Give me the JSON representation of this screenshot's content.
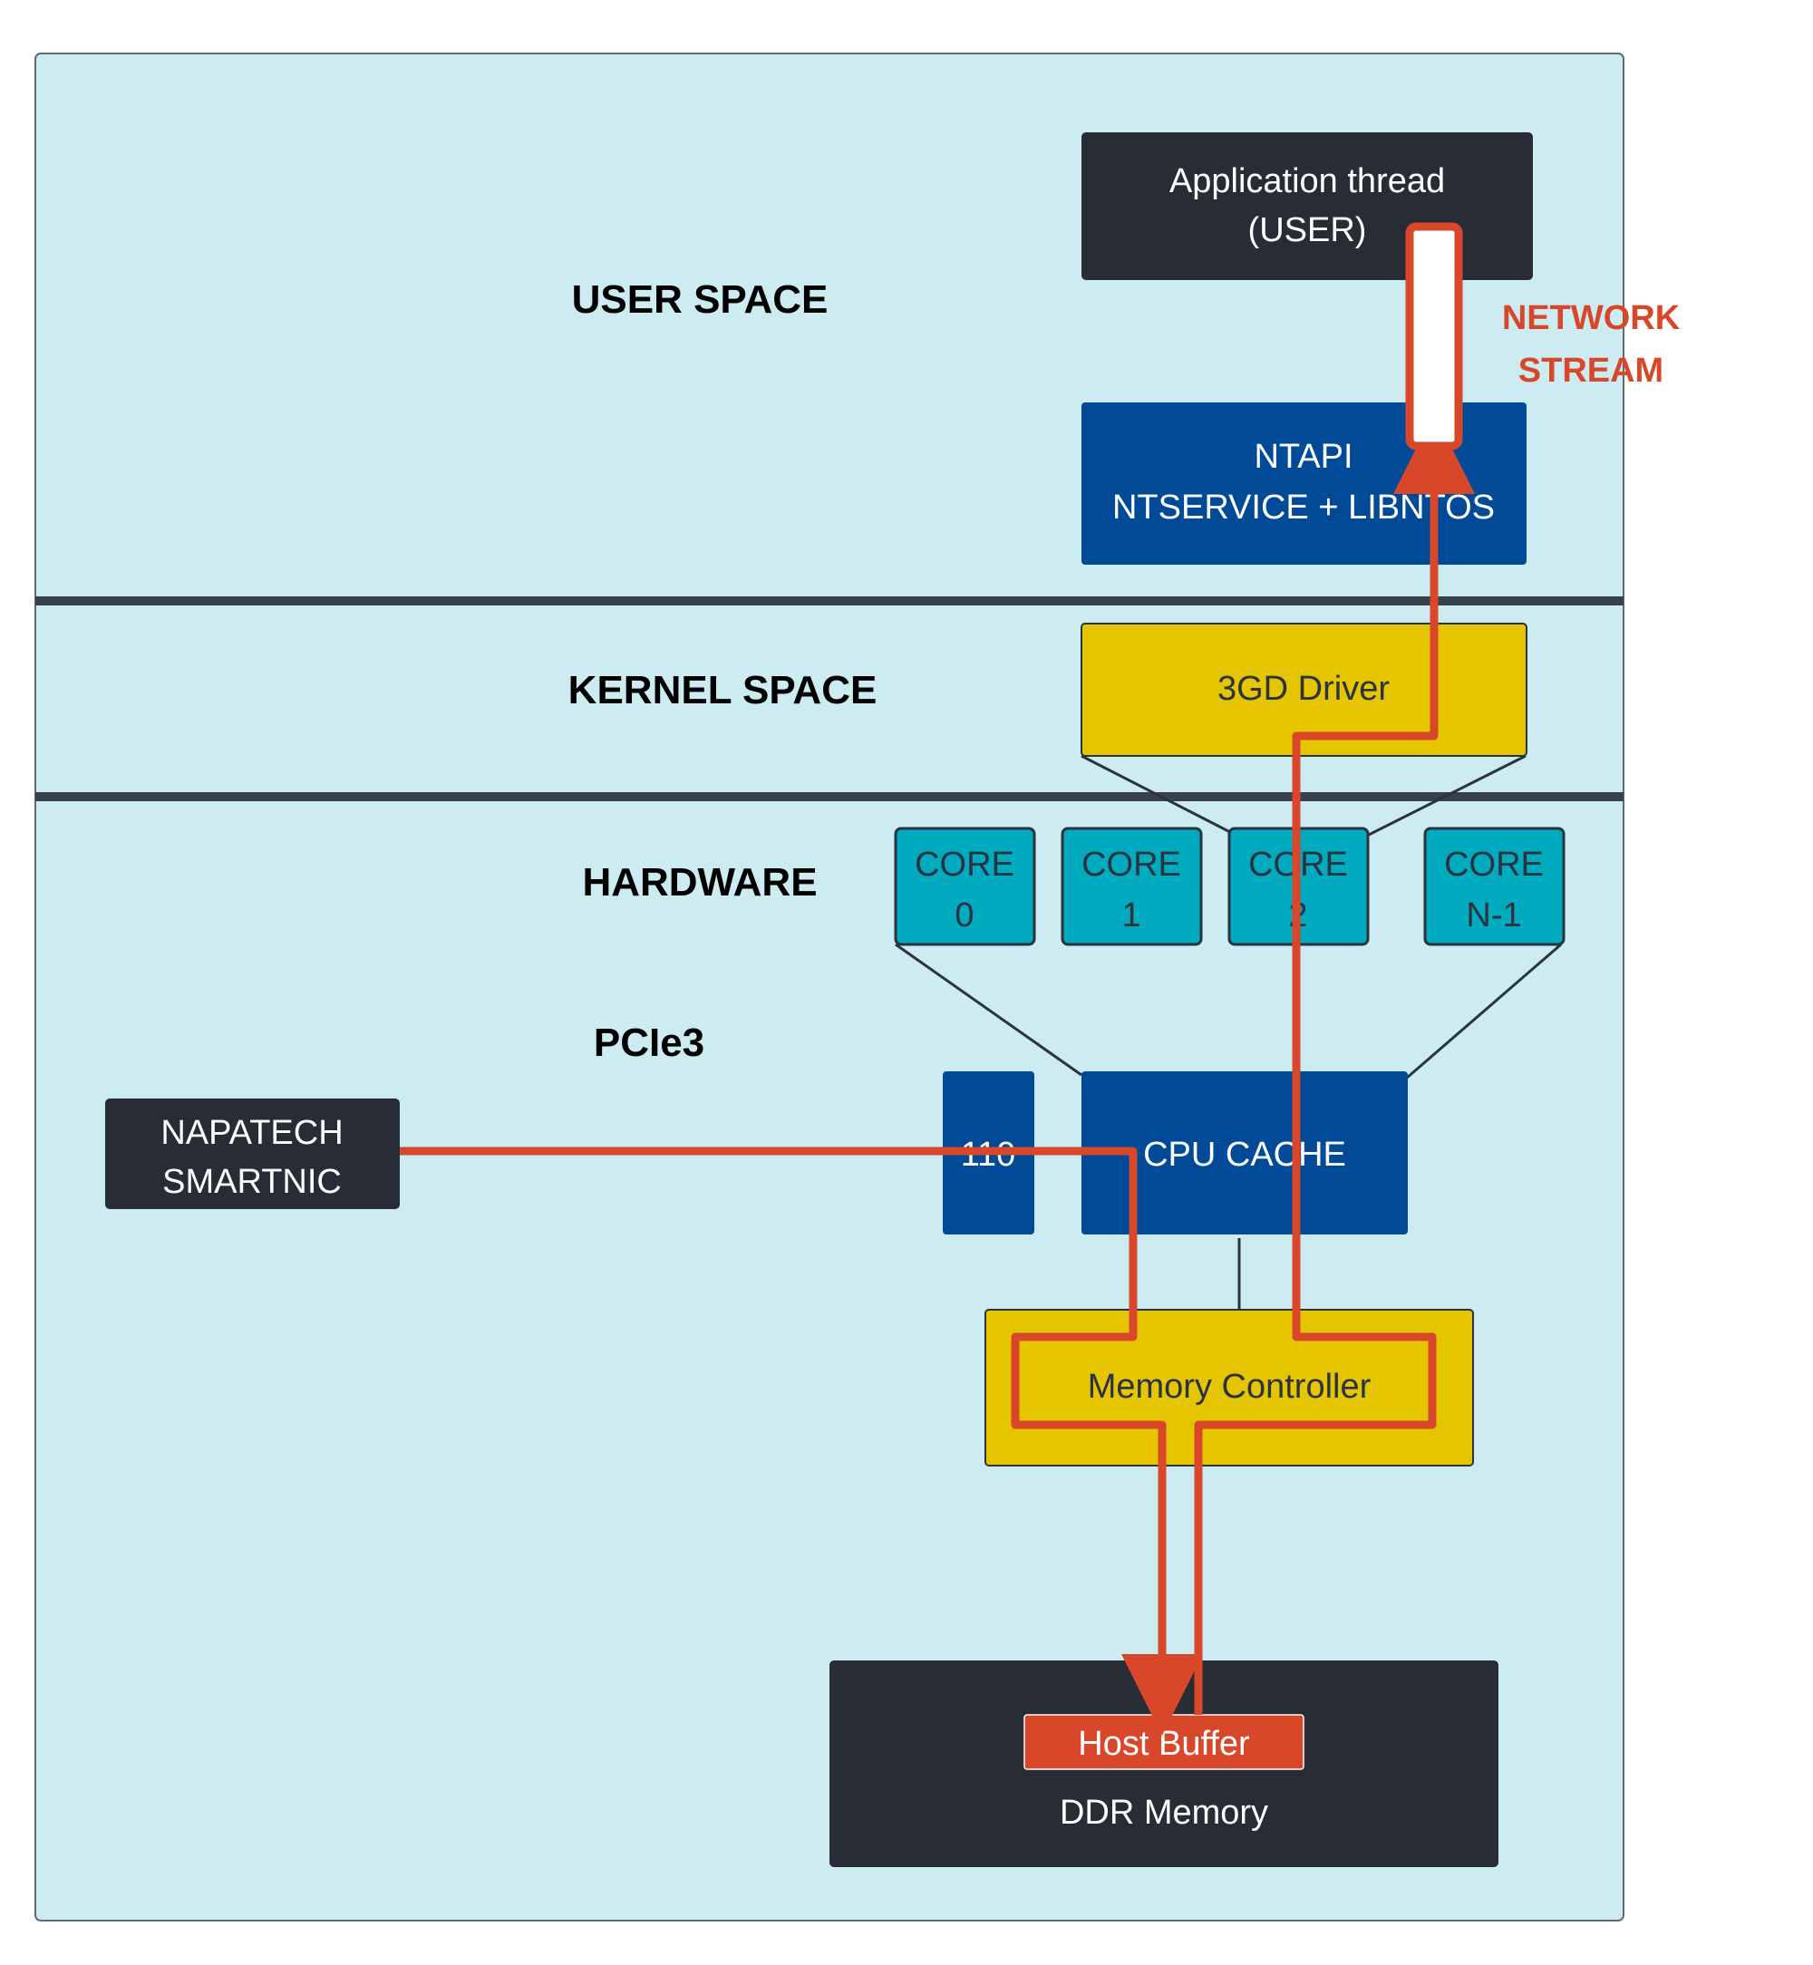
{
  "colors": {
    "panel_bg": "#ccecf1",
    "panel_border": "#5e6b72",
    "divider": "#37414a",
    "dark_box": "#282c34",
    "blue_box": "#004a98",
    "yellow_box": "#e5c400",
    "core_box": "#00aabf",
    "stream": "#d9472b",
    "host_buffer": "#d9472b",
    "white_text": "#ffffff",
    "dark_text": "#2b3340"
  },
  "sections": {
    "user_space": "USER SPACE",
    "kernel_space": "KERNEL SPACE",
    "hardware": "HARDWARE",
    "pcie": "PCIe3"
  },
  "boxes": {
    "app_thread": {
      "line1": "Application thread",
      "line2": "(USER)"
    },
    "ntapi": {
      "line1": "NTAPI",
      "line2": "NTSERVICE + LIBNTOS"
    },
    "driver": {
      "label": "3GD Driver"
    },
    "cores": [
      {
        "line1": "CORE",
        "line2": "0"
      },
      {
        "line1": "CORE",
        "line2": "1"
      },
      {
        "line1": "CORE",
        "line2": "2"
      },
      {
        "line1": "CORE",
        "line2": "N-1"
      }
    ],
    "io_hub": {
      "label": "110"
    },
    "cpu_cache": {
      "label": "CPU CACHE"
    },
    "smartnic": {
      "line1": "NAPATECH",
      "line2": "SMARTNIC"
    },
    "memory_controller": {
      "label": "Memory Controller"
    },
    "host_buffer": {
      "label": "Host Buffer"
    },
    "ddr_memory": {
      "label": "DDR Memory"
    }
  },
  "stream_label": {
    "line1": "NETWORK",
    "line2": "STREAM"
  }
}
